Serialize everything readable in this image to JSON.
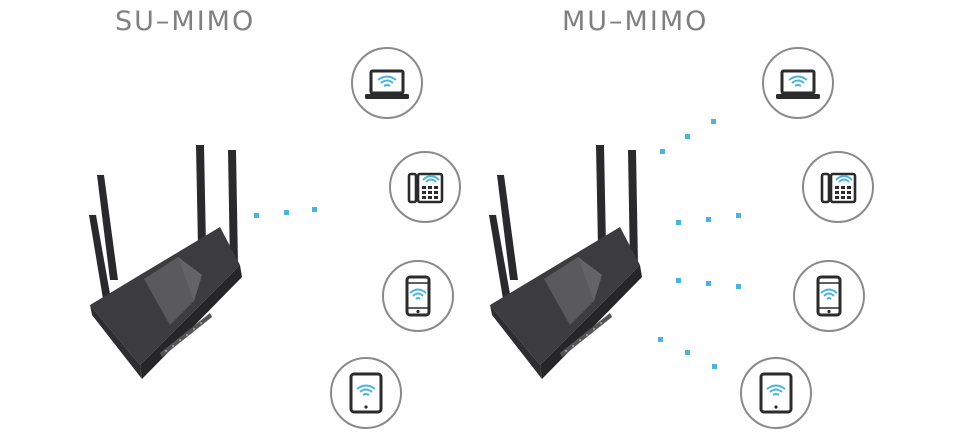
{
  "diagram": {
    "su_title": "SU–MIMO",
    "mu_title": "MU–MIMO",
    "colors": {
      "title": "#808080",
      "signal": "#4ab4dc",
      "circle_stroke": "#8a8a8a",
      "device": "#2b2b2b",
      "router_body": "#3a3a3c"
    },
    "su_devices": [
      "laptop-icon",
      "desk-phone-icon",
      "smartphone-icon",
      "tablet-icon"
    ],
    "mu_devices": [
      "laptop-icon",
      "desk-phone-icon",
      "smartphone-icon",
      "tablet-icon"
    ],
    "su_active_streams": 1,
    "mu_active_streams": 4
  }
}
